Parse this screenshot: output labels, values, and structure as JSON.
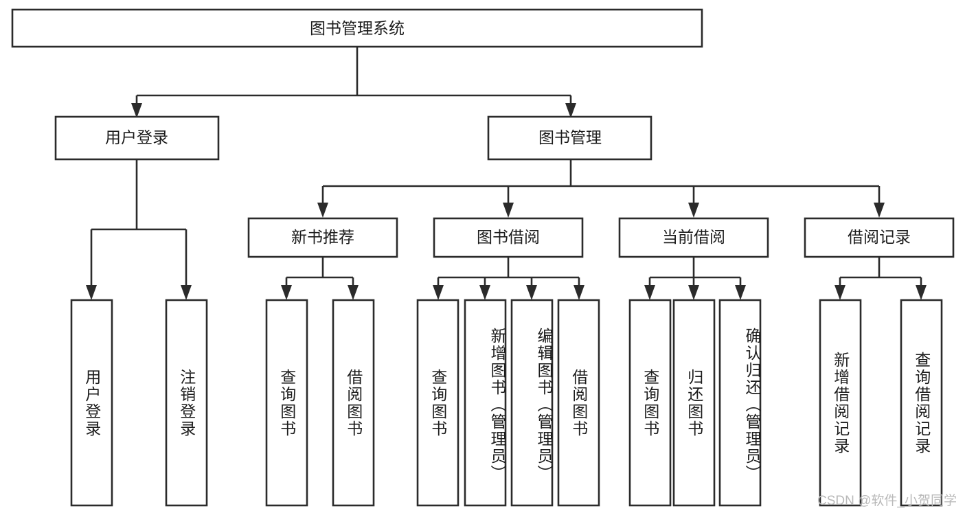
{
  "diagram": {
    "title": "图书管理系统",
    "type": "tree",
    "watermark": "CSDN @软件_小贺同学",
    "root": {
      "label": "图书管理系统",
      "children": [
        {
          "label": "用户登录",
          "children": [
            {
              "label": "用户登录"
            },
            {
              "label": "注销登录"
            }
          ]
        },
        {
          "label": "图书管理",
          "children": [
            {
              "label": "新书推荐",
              "children": [
                {
                  "label": "查询图书"
                },
                {
                  "label": "借阅图书"
                }
              ]
            },
            {
              "label": "图书借阅",
              "children": [
                {
                  "label": "查询图书"
                },
                {
                  "label": "新增图书（管理员）"
                },
                {
                  "label": "编辑图书（管理员）"
                },
                {
                  "label": "借阅图书"
                }
              ]
            },
            {
              "label": "当前借阅",
              "children": [
                {
                  "label": "查询图书"
                },
                {
                  "label": "归还图书"
                },
                {
                  "label": "确认归还（管理员）"
                }
              ]
            },
            {
              "label": "借阅记录",
              "children": [
                {
                  "label": "新增借阅记录"
                },
                {
                  "label": "查询借阅记录"
                }
              ]
            }
          ]
        }
      ]
    },
    "nodes": {
      "root": "图书管理系统",
      "l1_user_login": "用户登录",
      "l1_book_manage": "图书管理",
      "l2_new_book": "新书推荐",
      "l2_book_borrow": "图书借阅",
      "l2_current_borrow": "当前借阅",
      "l2_borrow_record": "借阅记录",
      "leaf_user_login": "用户登录",
      "leaf_logout": "注销登录",
      "leaf_nb_query": "查询图书",
      "leaf_nb_borrow": "借阅图书",
      "leaf_bb_query": "查询图书",
      "leaf_bb_add": "新增图书（管理员）",
      "leaf_bb_edit": "编辑图书（管理员）",
      "leaf_bb_borrow": "借阅图书",
      "leaf_cb_query": "查询图书",
      "leaf_cb_return": "归还图书",
      "leaf_cb_confirm": "确认归还（管理员）",
      "leaf_br_add": "新增借阅记录",
      "leaf_br_query": "查询借阅记录"
    },
    "colors": {
      "stroke": "#2b2b2b",
      "fill": "#ffffff",
      "text": "#1c1c1c",
      "watermark": "#b9b9b9"
    }
  }
}
